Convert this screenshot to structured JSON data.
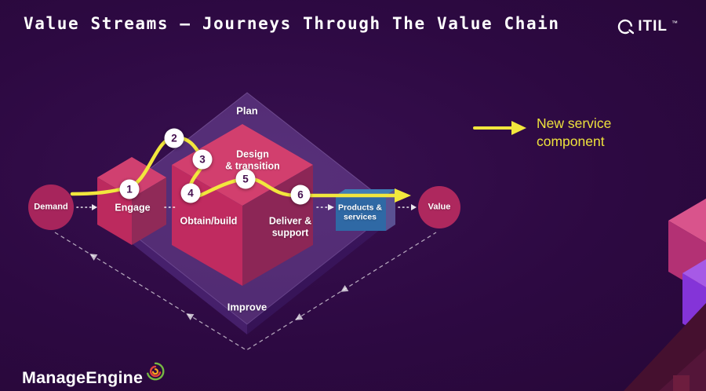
{
  "title": "Value Streams – Journeys Through The Value Chain",
  "header_brand": {
    "name": "ITIL",
    "trademark": "™"
  },
  "legend": {
    "label": "New service component"
  },
  "diagram": {
    "plan_label": "Plan",
    "improve_label": "Improve",
    "demand_label": "Demand",
    "engage_label": "Engage",
    "design_transition_line1": "Design",
    "design_transition_line2": "& transition",
    "obtain_build_label": "Obtain/build",
    "deliver_support_line1": "Deliver &",
    "deliver_support_line2": "support",
    "products_services_line1": "Products &",
    "products_services_line2": "services",
    "value_label": "Value",
    "steps": [
      "1",
      "2",
      "3",
      "4",
      "5",
      "6"
    ]
  },
  "footer": {
    "brand": "ManageEngine"
  },
  "colors": {
    "background": "#2d0942",
    "accent_yellow": "#f2e73d",
    "cube_top": "#d23f6e",
    "cube_front": "#c02b60",
    "cube_side": "#8c2656",
    "products_blue": "#2f69a5",
    "node_crimson": "#a7255c",
    "diamond_purple": "#865eba",
    "legend_text": "#eee23c"
  }
}
